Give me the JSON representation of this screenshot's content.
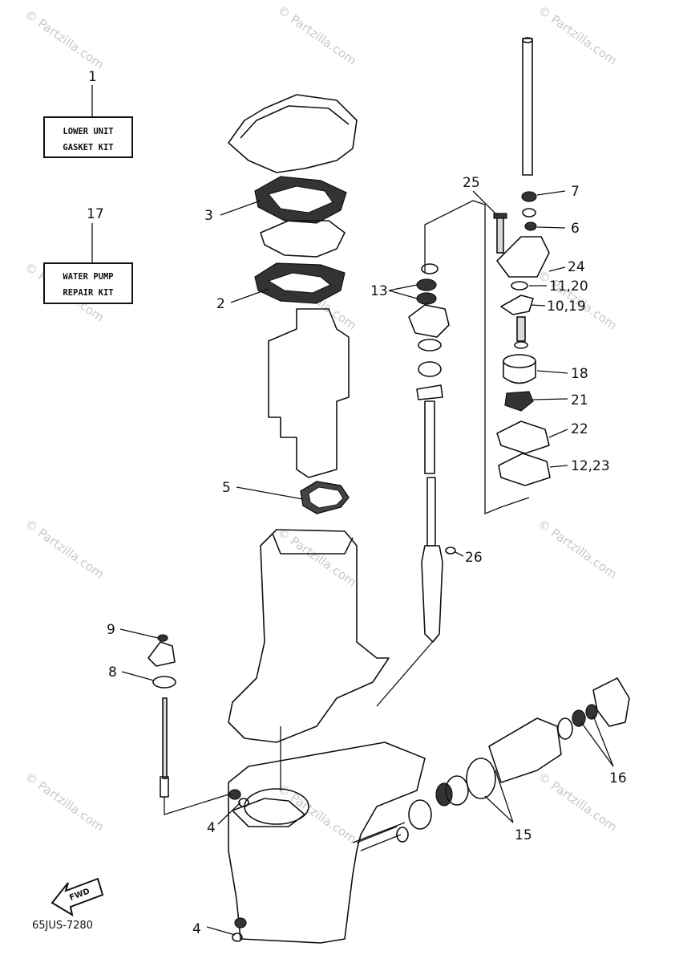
{
  "kits": [
    {
      "number": "1",
      "line1": "LOWER UNIT",
      "line2": "GASKET KIT"
    },
    {
      "number": "17",
      "line1": "WATER PUMP",
      "line2": "REPAIR KIT"
    }
  ],
  "callouts": {
    "c2": "2",
    "c3": "3",
    "c4a": "4",
    "c4b": "4",
    "c5": "5",
    "c6": "6",
    "c7": "7",
    "c8": "8",
    "c9": "9",
    "c10_19": "10,19",
    "c11_20": "11,20",
    "c12_23": "12,23",
    "c13": "13",
    "c15": "15",
    "c16": "16",
    "c18": "18",
    "c21": "21",
    "c22": "22",
    "c24": "24",
    "c25": "25",
    "c26": "26"
  },
  "diagram_code": "65JUS-7280",
  "fwd_label": "FWD",
  "watermark": "© Partzilla.com"
}
